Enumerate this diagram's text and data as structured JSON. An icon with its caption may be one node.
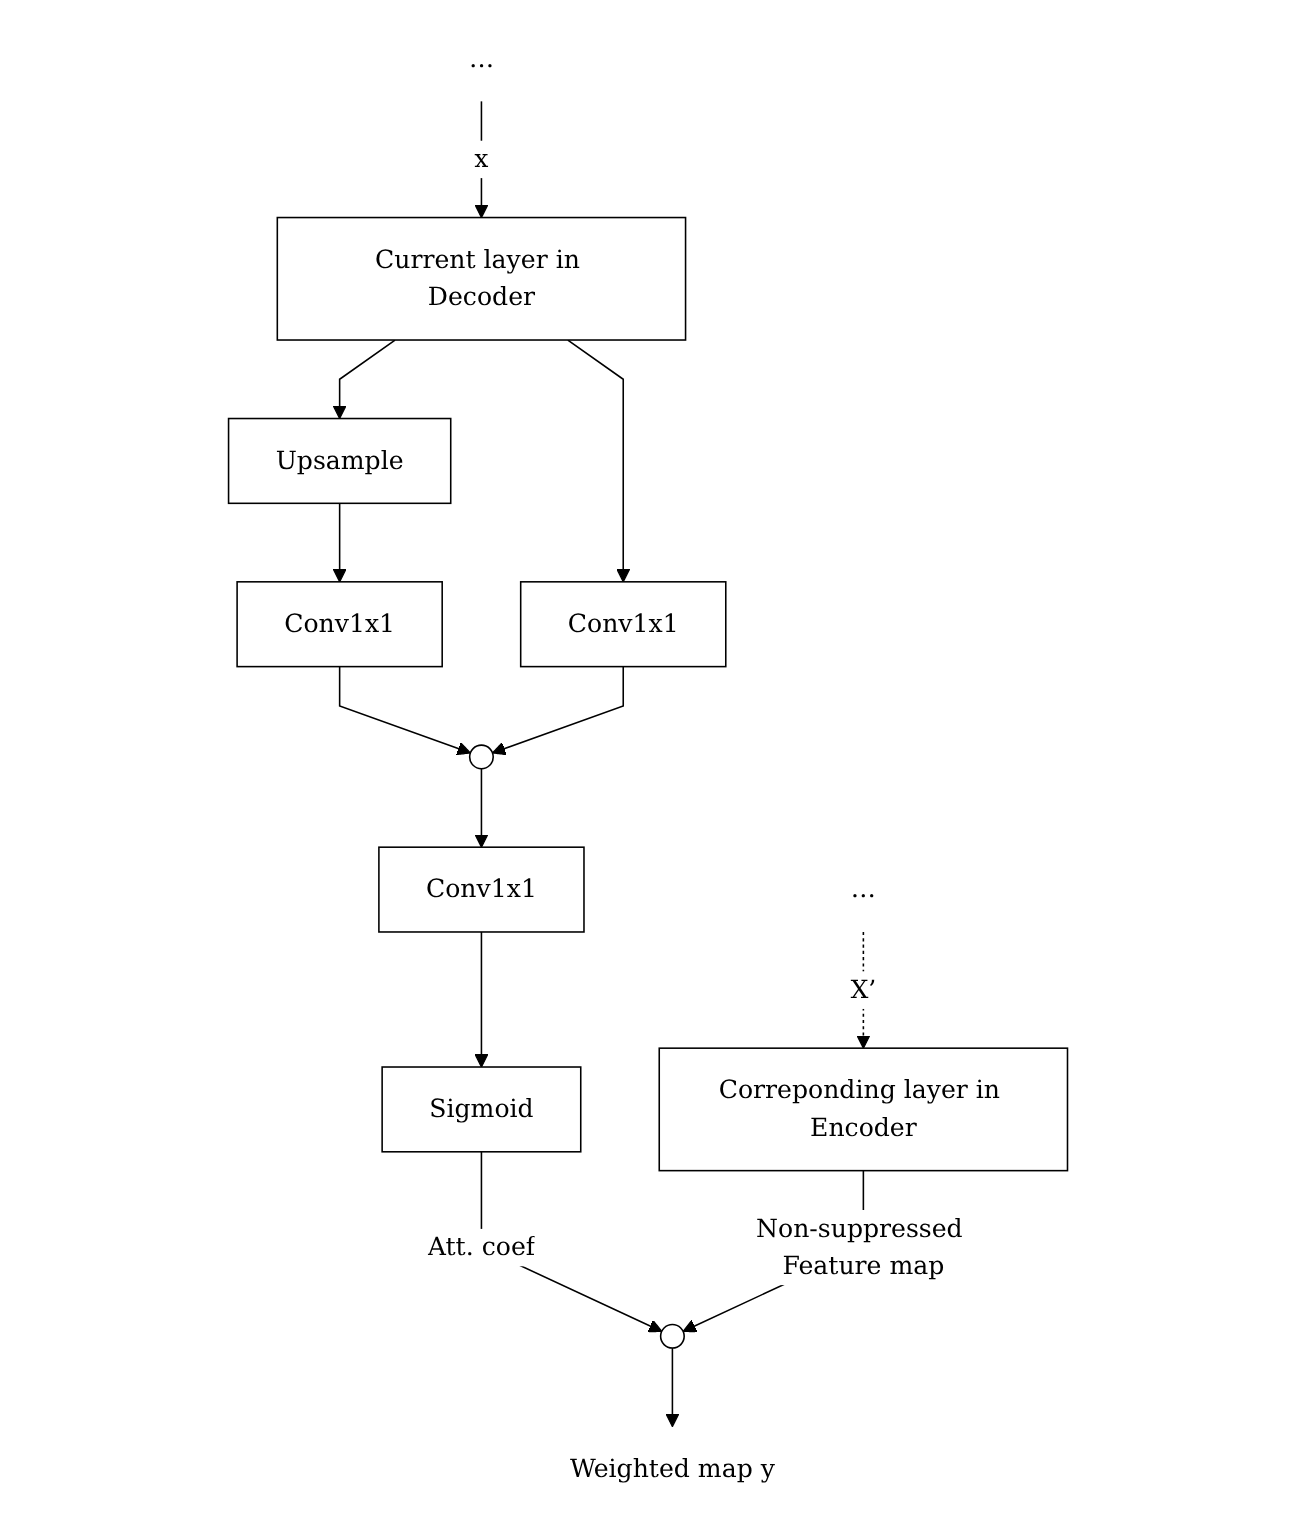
{
  "diagram": {
    "nodes": [
      {
        "text": [
          "…"
        ]
      },
      {
        "text": [
          "…"
        ]
      },
      {
        "text": [
          "Current layer in Decoder"
        ]
      },
      {
        "text": [
          "Correponding layer in Encoder"
        ]
      },
      {
        "text": [
          "Upsample"
        ]
      },
      {
        "text": [
          "Conv1x1"
        ]
      },
      {
        "text": [
          "Conv1x1"
        ]
      },
      {
        "text": [],
        "shape": "circle"
      },
      {
        "text": [
          "Conv1x1"
        ]
      },
      {
        "text": [
          "Sigmoid"
        ]
      },
      {
        "text": [],
        "shape": "circle"
      },
      {
        "text": [
          "Weighted map y"
        ]
      }
    ],
    "edges": [
      {
        "from": 0,
        "to": 2,
        "arrow": "to",
        "label": "x"
      },
      {
        "from": 1,
        "to": 3,
        "arrow": "to",
        "label": "X’",
        "style": "dashed"
      },
      {
        "from": 2,
        "to": 4,
        "arrow": "to"
      },
      {
        "from": 2,
        "to": 5,
        "arrow": "to"
      },
      {
        "from": 4,
        "to": 6,
        "arrow": "to"
      },
      {
        "from": 6,
        "to": 7,
        "arrow": "to"
      },
      {
        "from": 5,
        "to": 7,
        "arrow": "to"
      },
      {
        "from": 7,
        "to": 8,
        "arrow": "to"
      },
      {
        "from": 8,
        "to": 9,
        "arrow": "to"
      },
      {
        "from": 9,
        "to": 10,
        "arrow": "to",
        "label": "Att. coef"
      },
      {
        "from": 3,
        "to": 10,
        "arrow": "to",
        "label": "Non-suppressed Feature map"
      },
      {
        "from": 10,
        "to": 11,
        "arrow": "to"
      }
    ]
  }
}
